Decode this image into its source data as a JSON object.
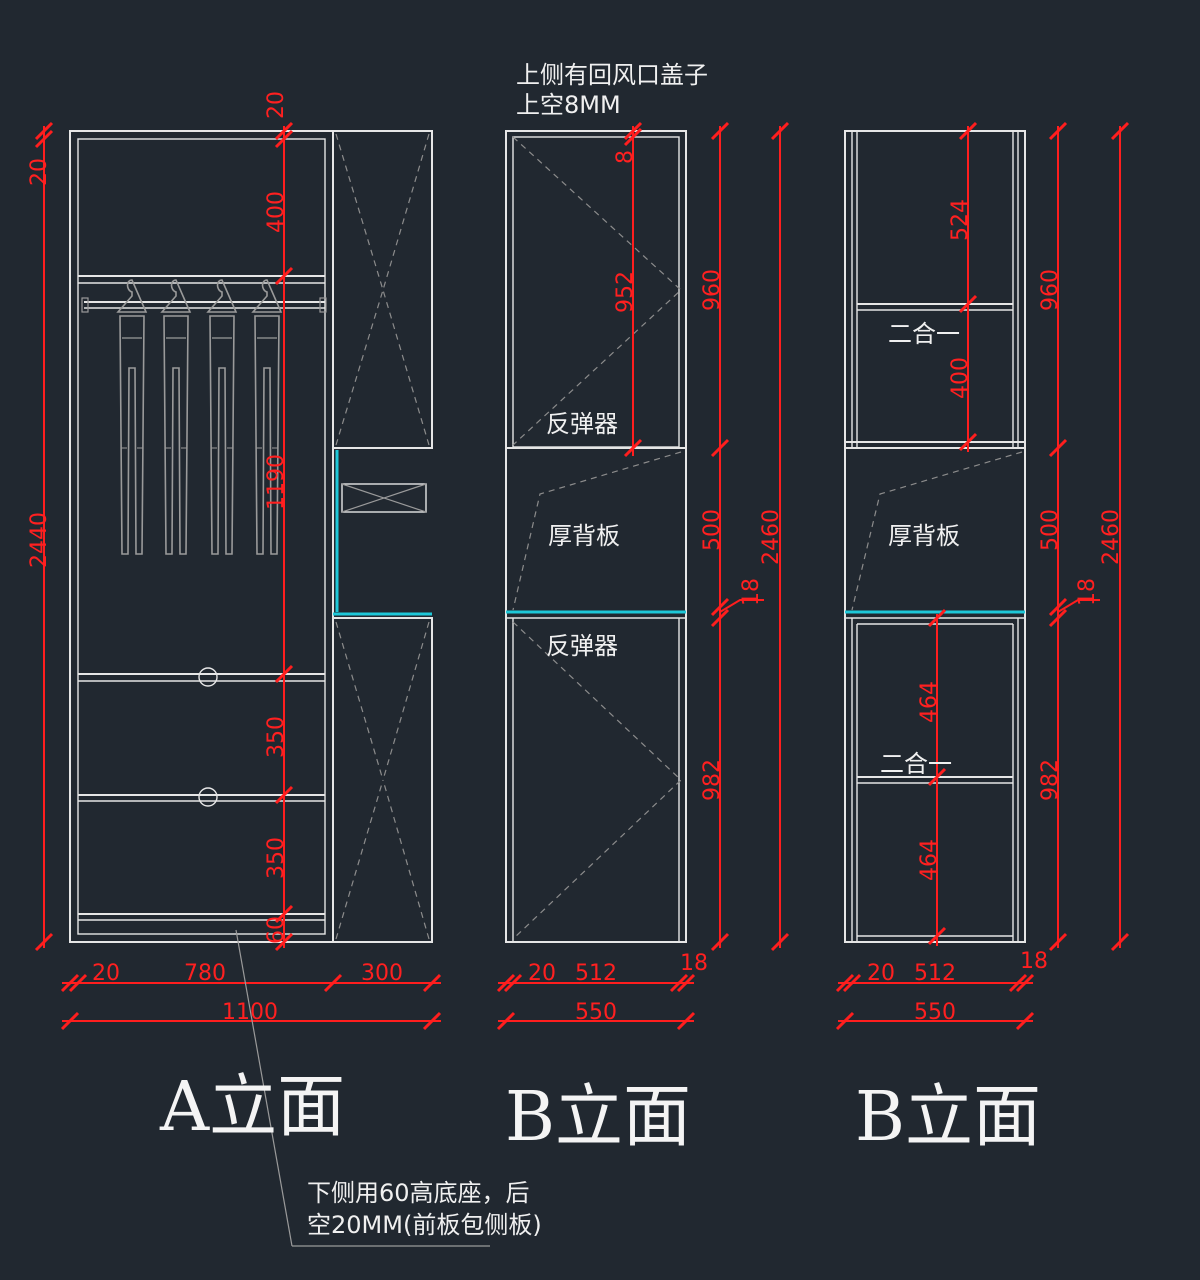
{
  "titles": {
    "a": "A立面",
    "b1": "B立面",
    "b2": "B立面"
  },
  "notes": {
    "top_line1": "上侧有回风口盖子",
    "top_line2": "上空8MM",
    "bottom_line1": "下侧用60高底座，后",
    "bottom_line2": "空20MM(前板包侧板)"
  },
  "labels": {
    "rebounder_upper": "反弹器",
    "rebounder_lower": "反弹器",
    "thick_back_b1": "厚背板",
    "thick_back_b2": "厚背板",
    "two_in_one_upper": "二合一",
    "two_in_one_lower": "二合一"
  },
  "dims_a": {
    "top_20": "20",
    "top_400": "400",
    "v_1190": "1190",
    "d_350a": "350",
    "d_350b": "350",
    "base_60": "60",
    "left_20": "20",
    "total_2440": "2440",
    "w_20": "20",
    "w_780": "780",
    "w_300": "300",
    "w_1100": "1100"
  },
  "dims_b1": {
    "gap_8": "8",
    "h_952": "952",
    "h_960": "960",
    "h_500": "500",
    "h_18": "18",
    "h_982": "982",
    "total_2460": "2460",
    "w_20": "20",
    "w_512": "512",
    "w_18": "18",
    "w_550": "550"
  },
  "dims_b2": {
    "h_524": "524",
    "h_400": "400",
    "h_960": "960",
    "h_500": "500",
    "h_18": "18",
    "h_464a": "464",
    "h_464b": "464",
    "h_982": "982",
    "total_2460": "2460",
    "w_20": "20",
    "w_512": "512",
    "w_18": "18",
    "w_550": "550"
  }
}
